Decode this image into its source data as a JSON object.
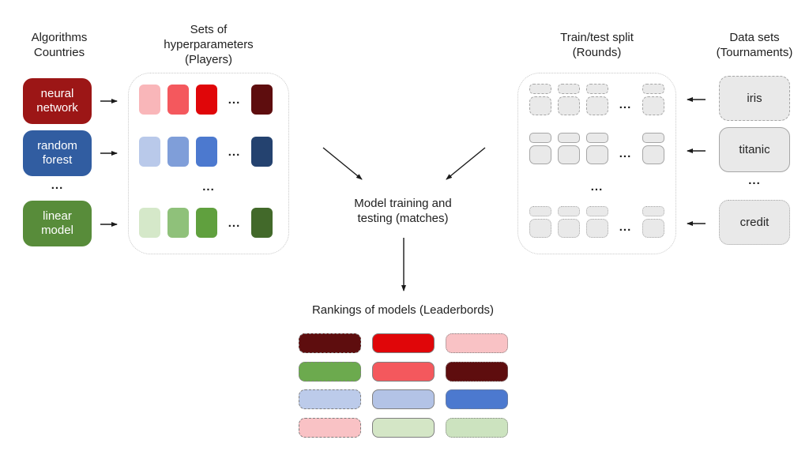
{
  "ellipsis": "...",
  "colors": {
    "text": "#1f1f1f",
    "arrow": "#1a1a1a",
    "panel_border": "#c8c8c8",
    "pill_border": "#7f7f7f"
  },
  "algorithms": {
    "title_line1": "Algorithms",
    "title_line2": "Countries",
    "items": [
      {
        "label": "neural network",
        "color": "#9c1616"
      },
      {
        "label": "random forest",
        "color": "#315da1"
      },
      {
        "label": "linear model",
        "color": "#588c3a"
      }
    ]
  },
  "hyperparameters": {
    "title_line1": "Sets of",
    "title_line2": "hyperparameters",
    "title_line3": "(Players)",
    "rows": [
      {
        "name": "neural-network-hyperparameters",
        "colors": [
          "#f9b6b9",
          "#f4585d",
          "#e00609",
          "#5e0d0e"
        ]
      },
      {
        "name": "random-forest-hyperparameters",
        "colors": [
          "#b9c9ea",
          "#7f9ed9",
          "#4c79cf",
          "#24426f"
        ]
      },
      {
        "name": "linear-model-hyperparameters",
        "colors": [
          "#d5e8c9",
          "#8fc17a",
          "#60a03e",
          "#42692a"
        ]
      }
    ]
  },
  "traintest": {
    "title_line1": "Train/test split",
    "title_line2": "(Rounds)",
    "fill": "#e9e9e9",
    "border_color": "#a6a6a6",
    "rows": [
      {
        "border": "dashed"
      },
      {
        "border": "solid"
      },
      {
        "border": "dotted"
      }
    ]
  },
  "datasets": {
    "title_line1": "Data sets",
    "title_line2": "(Tournaments)",
    "fill": "#e9e9e9",
    "border_color": "#a6a6a6",
    "items": [
      {
        "label": "iris",
        "border": "dashed"
      },
      {
        "label": "titanic",
        "border": "solid"
      },
      {
        "label": "credit",
        "border": "dotted"
      }
    ]
  },
  "training": {
    "label_line1": "Model training and",
    "label_line2": "testing (matches)"
  },
  "rankings": {
    "title": "Rankings of models (Leaderbords)",
    "rows": [
      [
        {
          "color": "#5e0d0e",
          "border": "dashed"
        },
        {
          "color": "#e00609",
          "border": "solid"
        },
        {
          "color": "#f9c2c5",
          "border": "dotted"
        }
      ],
      [
        {
          "color": "#6caa4e",
          "border": "dashed"
        },
        {
          "color": "#f4585d",
          "border": "solid"
        },
        {
          "color": "#5e0d0e",
          "border": "dotted"
        }
      ],
      [
        {
          "color": "#bccbea",
          "border": "dashed"
        },
        {
          "color": "#b3c3e6",
          "border": "solid"
        },
        {
          "color": "#4c79cf",
          "border": "dotted"
        }
      ],
      [
        {
          "color": "#f9c2c5",
          "border": "dashed"
        },
        {
          "color": "#d4e6c6",
          "border": "solid"
        },
        {
          "color": "#cce3bf",
          "border": "dotted"
        }
      ]
    ]
  }
}
